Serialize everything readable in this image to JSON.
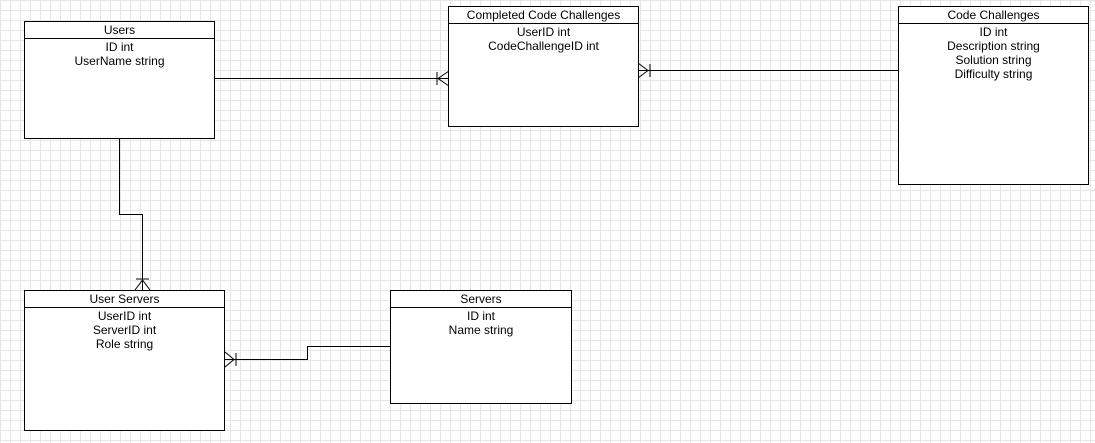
{
  "entities": {
    "users": {
      "title": "Users",
      "fields": [
        "ID int",
        "UserName string"
      ]
    },
    "completed_code_challenges": {
      "title": "Completed Code Challenges",
      "fields": [
        "UserID int",
        "CodeChallengeID int"
      ]
    },
    "code_challenges": {
      "title": "Code Challenges",
      "fields": [
        "ID int",
        "Description string",
        "Solution string",
        "Difficulty string"
      ]
    },
    "user_servers": {
      "title": "User Servers",
      "fields": [
        "UserID int",
        "ServerID int",
        "Role string"
      ]
    },
    "servers": {
      "title": "Servers",
      "fields": [
        "ID int",
        "Name string"
      ]
    }
  },
  "colors": {
    "line": "#000000",
    "grid": "#e6e6e6",
    "background": "#ffffff"
  }
}
